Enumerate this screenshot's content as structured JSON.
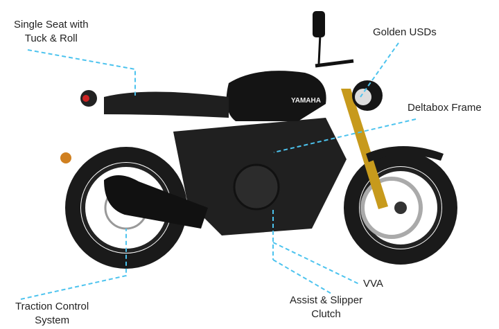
{
  "title": "Yamaha XSR motorcycle features",
  "brand_text": "YAMAHA",
  "colors": {
    "leader_line": "#4cc3ee",
    "fork": "#c79a1c",
    "body": "#141414"
  },
  "labels": {
    "seat": [
      "Single Seat with",
      "Tuck & Roll"
    ],
    "usd": "Golden USDs",
    "frame": "Deltabox Frame",
    "vva": "VVA",
    "clutch": [
      "Assist & Slipper",
      "Clutch"
    ],
    "traction": [
      "Traction Control",
      "System"
    ]
  }
}
